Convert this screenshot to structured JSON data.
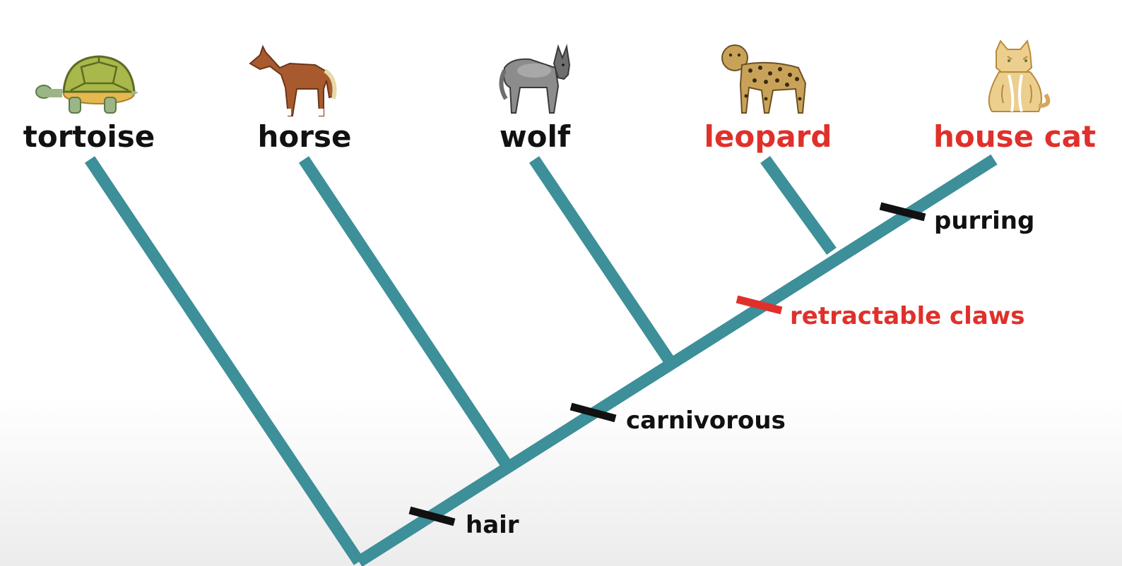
{
  "colors": {
    "branch": "#3d8f99",
    "text": "#111111",
    "highlight": "#e0302b",
    "mark": "#111111"
  },
  "taxa": {
    "tortoise": "tortoise",
    "horse": "horse",
    "wolf": "wolf",
    "leopard": "leopard",
    "house_cat": "house cat"
  },
  "traits": {
    "hair": "hair",
    "carnivorous": "carnivorous",
    "retractable_claws": "retractable claws",
    "purring": "purring"
  },
  "icons": [
    "tortoise-icon",
    "horse-icon",
    "wolf-icon",
    "leopard-icon",
    "house-cat-icon"
  ]
}
